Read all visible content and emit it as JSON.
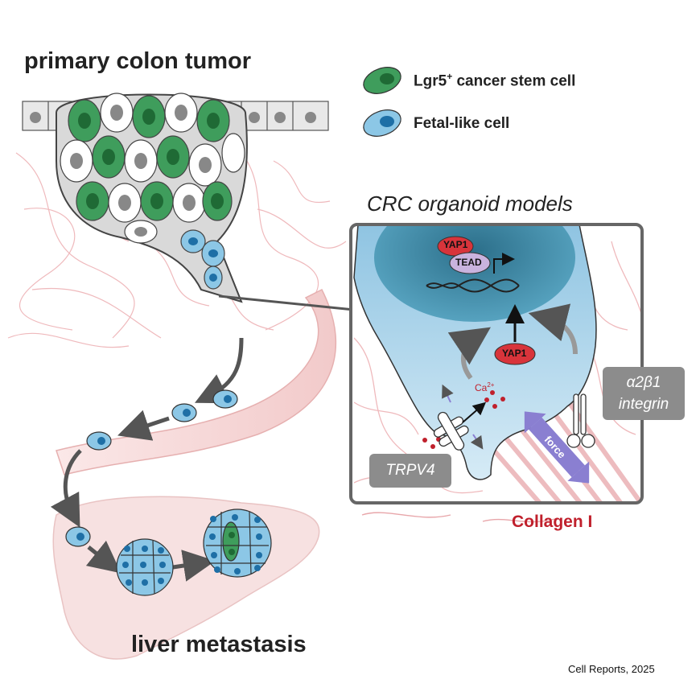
{
  "colors": {
    "stem_cell": "#2e8b4a",
    "fetal_cell": "#4aa3d8",
    "collagen": "#e8a6aa",
    "label_box": "#8c8c8c",
    "collagen_text": "#c0202c",
    "arrow": "#555555"
  },
  "titles": {
    "primary": "primary colon tumor",
    "models": "CRC organoid models",
    "metastasis": "liver metastasis"
  },
  "legend": {
    "stem_cell_label": "Lgr5",
    "stem_cell_sup": "+",
    "stem_cell_rest": " cancer stem cell",
    "fetal_label": "Fetal-like cell"
  },
  "inset": {
    "yap1_top": "YAP1",
    "tead": "TEAD",
    "yap1_mid": "YAP1",
    "ca": "Ca",
    "ca_sup": "2+",
    "integrin_line1": "α2β1",
    "integrin_line2": "integrin",
    "trpv4": "TRPV4",
    "force": "force"
  },
  "collagen_label": "Collagen I",
  "citation": "Cell Reports, 2025",
  "icons": [
    "green-cell-icon",
    "blue-cell-icon",
    "dna-icon",
    "trpv4-channel-icon",
    "integrin-icon",
    "force-arrow-icon"
  ]
}
